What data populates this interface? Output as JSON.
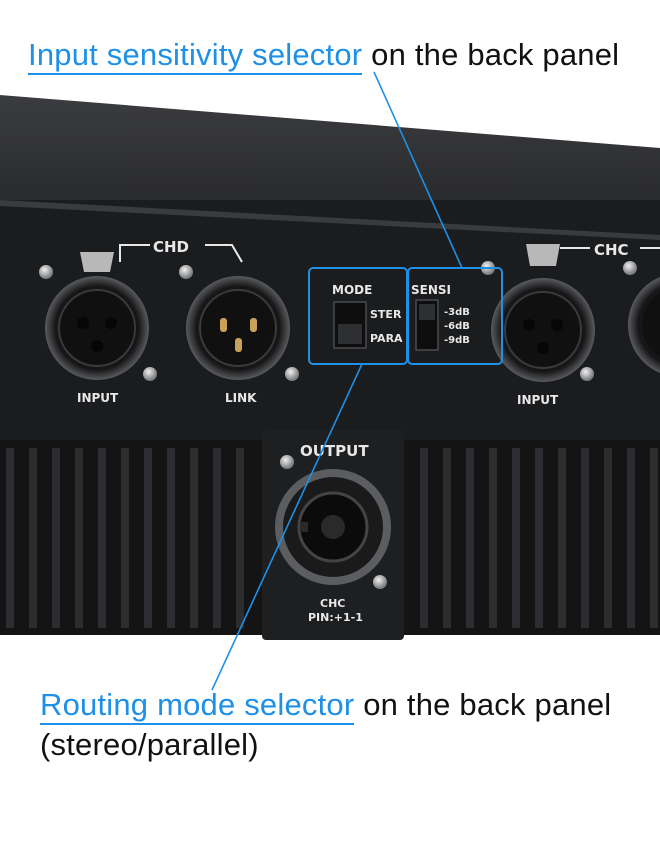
{
  "captions": {
    "top_highlight": "Input sensitivity selector",
    "top_rest": "on the back panel",
    "bottom_highlight": "Routing mode selector",
    "bottom_rest": "on the back panel",
    "bottom_line2": "(stereo/parallel)"
  },
  "panel": {
    "ch_left": "CHD",
    "ch_right": "CHC",
    "input_left": "INPUT",
    "link": "LINK",
    "input_right": "INPUT",
    "output": "OUTPUT",
    "output_ch": "CHC",
    "output_pin": "PIN:+1-1"
  },
  "mode_switch": {
    "title": "MODE",
    "opt1": "STER",
    "opt2": "PARA"
  },
  "sensi_switch": {
    "title": "SENSI",
    "opt1": "-3dB",
    "opt2": "-6dB",
    "opt3": "-9dB"
  },
  "colors": {
    "accent": "#1e90e6",
    "panel": "#1b1c1e",
    "chassis": "#2a2b2d"
  }
}
